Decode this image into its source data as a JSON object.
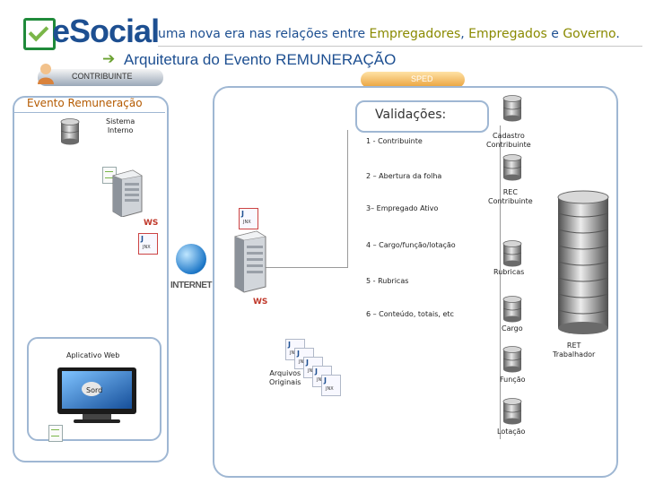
{
  "header": {
    "logo_text": "eSocial",
    "tagline_pre": "uma nova era nas relações entre ",
    "tagline_empregadores": "Empregadores",
    "tagline_sep": ", ",
    "tagline_empregados": "Empregados",
    "tagline_e": " e ",
    "tagline_governo": "Governo",
    "tagline_end": ".",
    "subtitle": "Arquitetura do Evento REMUNERAÇÃO"
  },
  "tabs": {
    "contribuinte": "CONTRIBUINTE",
    "sped": "SPED"
  },
  "left_panel": {
    "title": "Evento Remuneração",
    "sistema_interno": "Sistema\nInterno",
    "ws_left": "WS",
    "internet": "INTERNET",
    "aplicativo_web": "Aplicativo Web",
    "screen_label": "Sord"
  },
  "right_panel": {
    "validacoes_title": "Validações:",
    "ws_right": "WS",
    "arquivos_originais": "Arquivos\nOriginais",
    "steps": [
      "1 - Contribuinte",
      "2 – Abertura da folha",
      "3– Empregado Ativo",
      "4 – Cargo/função/lotação",
      "5 - Rubricas",
      "6 – Conteúdo, totais, etc"
    ],
    "databases": [
      "Cadastro\nContribuinte",
      "REC\nContribuinte",
      "Rubricas",
      "Cargo",
      "Função",
      "Lotação"
    ],
    "ret_trabalhador": "RET\nTrabalhador"
  }
}
